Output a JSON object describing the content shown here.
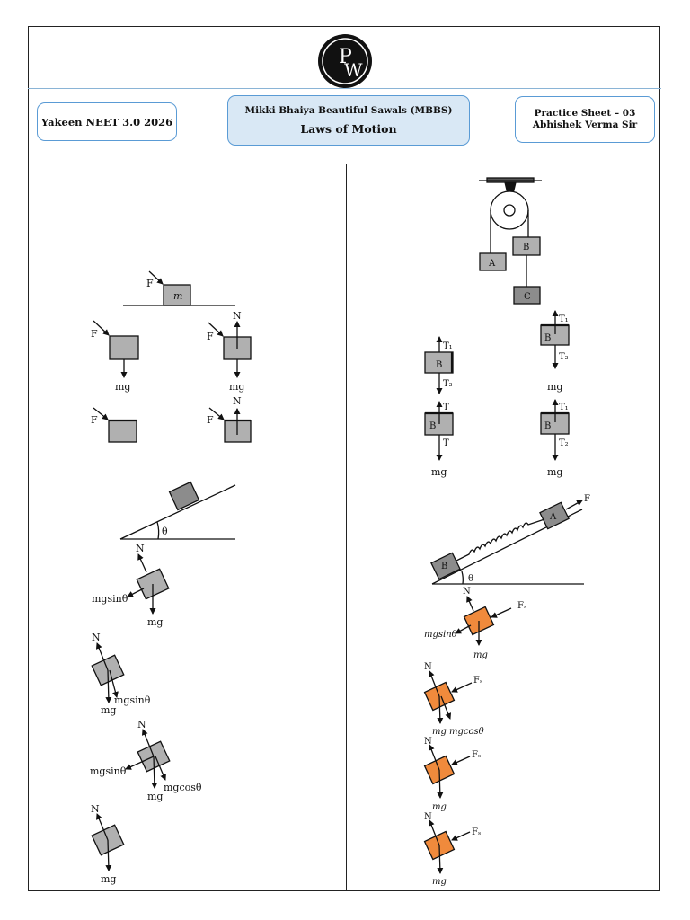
{
  "header": {
    "logo_text": "PW",
    "batch": "Yakeen NEET 3.0 2026",
    "series": "Mikki Bhaiya Beautiful Sawals (MBBS)",
    "chapter": "Laws of Motion",
    "sheet": "Practice Sheet – 03",
    "teacher": "Abhishek Verma Sir"
  },
  "left": {
    "mass": "m",
    "force": "F",
    "normal": "N",
    "weight": "mg",
    "angle": "θ",
    "mgsin": "mgsinθ",
    "mgcos": "mgcosθ"
  },
  "right": {
    "block_a": "A",
    "block_b": "B",
    "block_c": "C",
    "t": "T",
    "t1": "T₁",
    "t2": "T₂",
    "weight": "mg",
    "force": "F",
    "angle": "θ",
    "normal": "N",
    "fs": "Fₛ",
    "mgsin": "mgsinθ",
    "mgcos": "mgcosθ"
  },
  "colors": {
    "block_gray": "#b0b0b0",
    "block_dark": "#8c8c8c",
    "block_orange": "#f08a3c",
    "accent_blue": "#5a9bd5"
  }
}
